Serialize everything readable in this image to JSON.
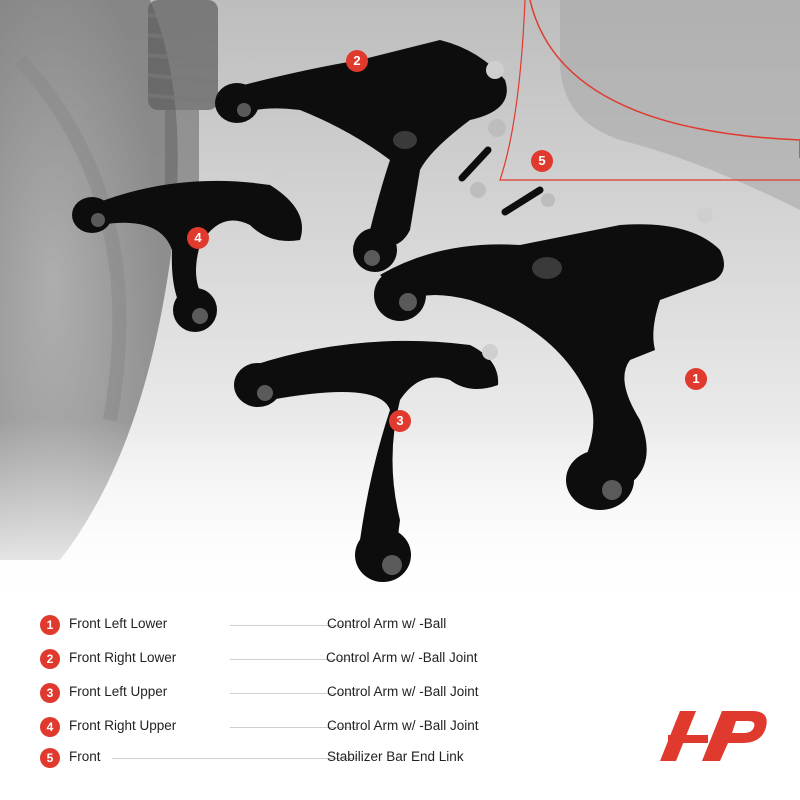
{
  "colors": {
    "accent": "#e03a2f",
    "part": "#0d0d0d",
    "background": "#dcdcdc"
  },
  "callouts": [
    {
      "num": "1"
    },
    {
      "num": "2"
    },
    {
      "num": "3"
    },
    {
      "num": "4"
    },
    {
      "num": "5"
    }
  ],
  "legend": [
    {
      "num": "1",
      "position": "Front Left Lower",
      "description": "Control Arm w/ -Ball"
    },
    {
      "num": "2",
      "position": "Front Right Lower",
      "description": "Control Arm w/ -Ball Joint"
    },
    {
      "num": "3",
      "position": "Front Left Upper",
      "description": "Control Arm w/ -Ball Joint"
    },
    {
      "num": "4",
      "position": "Front Right Upper",
      "description": "Control Arm w/ -Ball Joint"
    },
    {
      "num": "5",
      "position": "Front",
      "description": "Stabilizer Bar End Link"
    }
  ],
  "logo": {
    "icon": "brand-logo-icon"
  }
}
